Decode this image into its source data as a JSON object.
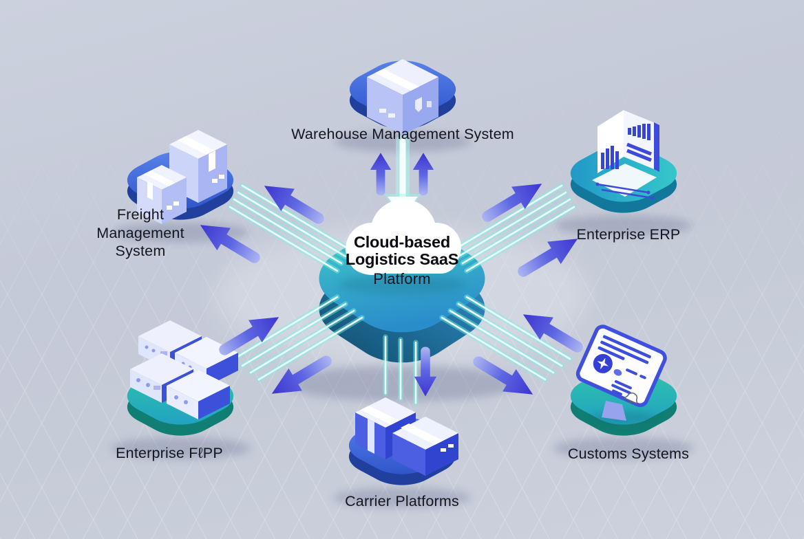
{
  "center": {
    "line1": "Cloud-based",
    "line2": "Logistics SaaS",
    "line3": "Platform",
    "icon": "cloud-icon"
  },
  "nodes": {
    "warehouse": {
      "label": "Warehouse Management System",
      "icon": "package-box-icon",
      "platform_color": "#3a63d8"
    },
    "freight": {
      "label": "Freight Management System",
      "lines": [
        "Freight",
        "Management",
        "System"
      ],
      "icon": "stacked-boxes-icon",
      "platform_color": "#3a63d8"
    },
    "erp": {
      "label": "Enterprise ERP",
      "icon": "report-book-icon",
      "platform_color": "#27b0c8"
    },
    "flpp": {
      "label": "Enterprise FℓPP",
      "icon": "server-stack-icon",
      "platform_color": "#28b8a8"
    },
    "carrier": {
      "label": "Carrier Platforms",
      "icon": "cargo-boxes-icon",
      "platform_color": "#3a63d8"
    },
    "customs": {
      "label": "Customs Systems",
      "icon": "customs-screen-icon",
      "platform_color": "#28b8a8"
    }
  },
  "colors": {
    "background": "#c6cbd8",
    "beam_glow": "#76f2e6",
    "arrow_light": "#aab3f2",
    "arrow_dark": "#3c33d0",
    "text": "#15151e",
    "center_platform_top": "#41ccc8",
    "center_platform_side": "#16597e"
  }
}
